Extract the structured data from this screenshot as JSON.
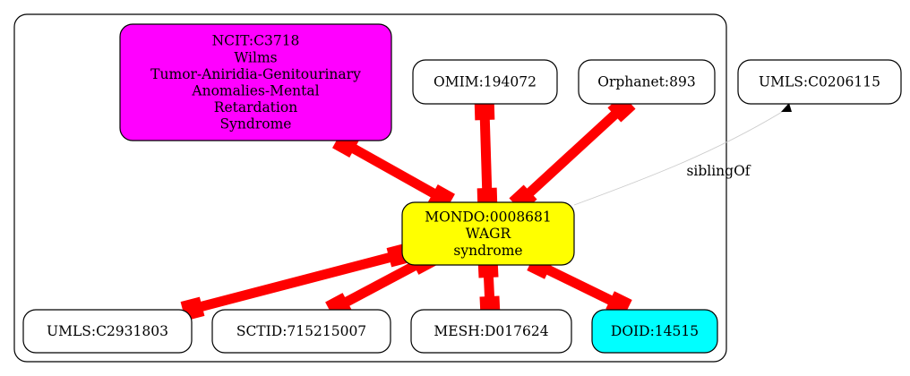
{
  "diagram": {
    "nodes": [
      {
        "id": "ncit",
        "lines": [
          "NCIT:C3718",
          "Wilms",
          "Tumor-Aniridia-Genitourinary",
          "Anomalies-Mental",
          "Retardation",
          "Syndrome"
        ],
        "fill": "#ff00ff"
      },
      {
        "id": "omim",
        "lines": [
          "OMIM:194072"
        ],
        "fill": "#ffffff"
      },
      {
        "id": "orphanet",
        "lines": [
          "Orphanet:893"
        ],
        "fill": "#ffffff"
      },
      {
        "id": "umls_c0206115",
        "lines": [
          "UMLS:C0206115"
        ],
        "fill": "#ffffff"
      },
      {
        "id": "mondo",
        "lines": [
          "MONDO:0008681",
          "WAGR",
          "syndrome"
        ],
        "fill": "#ffff00"
      },
      {
        "id": "umls_c2931803",
        "lines": [
          "UMLS:C2931803"
        ],
        "fill": "#ffffff"
      },
      {
        "id": "sctid",
        "lines": [
          "SCTID:715215007"
        ],
        "fill": "#ffffff"
      },
      {
        "id": "mesh",
        "lines": [
          "MESH:D017624"
        ],
        "fill": "#ffffff"
      },
      {
        "id": "doid",
        "lines": [
          "DOID:14515"
        ],
        "fill": "#00ffff"
      }
    ],
    "edges": [
      {
        "from": "ncit",
        "to": "mondo",
        "style": "equivalent",
        "color": "#ff0000"
      },
      {
        "from": "omim",
        "to": "mondo",
        "style": "equivalent",
        "color": "#ff0000"
      },
      {
        "from": "orphanet",
        "to": "mondo",
        "style": "equivalent",
        "color": "#ff0000"
      },
      {
        "from": "mondo",
        "to": "umls_c2931803",
        "style": "equivalent",
        "color": "#ff0000"
      },
      {
        "from": "mondo",
        "to": "sctid",
        "style": "equivalent",
        "color": "#ff0000"
      },
      {
        "from": "mondo",
        "to": "mesh",
        "style": "equivalent",
        "color": "#ff0000"
      },
      {
        "from": "mondo",
        "to": "doid",
        "style": "equivalent",
        "color": "#ff0000"
      },
      {
        "from": "mondo",
        "to": "umls_c0206115",
        "style": "sibling",
        "label": "siblingOf",
        "color": "#cccccc"
      }
    ]
  }
}
